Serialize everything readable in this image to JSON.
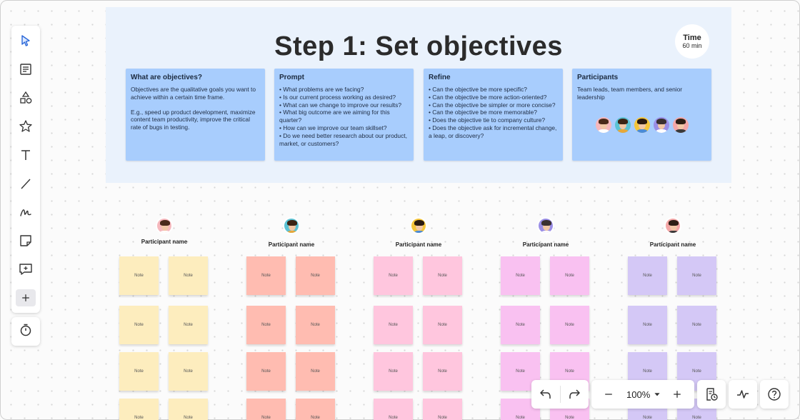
{
  "panel": {
    "title": "Step 1: Set objectives",
    "time": {
      "label": "Time",
      "value": "60 min"
    },
    "cards": [
      {
        "title": "What are objectives?",
        "paragraphs": [
          "Objectives are the qualitative goals you want to achieve within a certain time frame.",
          "E.g., speed up product development, maximize content team productivity, improve the critical rate of bugs in testing."
        ]
      },
      {
        "title": "Prompt",
        "bullets": [
          "• What problems are we facing?",
          "• Is our current process working as desired?",
          "• What can we change to improve our results?",
          "• What big outcome are we aiming for this quarter?",
          "• How can we improve our team skillset?",
          "• Do we need better research about our product, market, or customers?"
        ]
      },
      {
        "title": "Refine",
        "bullets": [
          "• Can the objective be more specific?",
          "• Can the objective be more action-oriented?",
          "• Can the objective be simpler or more concise?",
          "• Can the objective be more memorable?",
          "• Does the objective tie to company culture?",
          "• Does the objective ask for incremental change, a leap, or discovery?"
        ]
      },
      {
        "title": "Participants",
        "paragraphs": [
          "Team leads, team members, and senior leadership"
        ]
      }
    ]
  },
  "avatar_colors": [
    "#f6b8bd",
    "#5bc2d3",
    "#f5c53a",
    "#9a8ee6",
    "#f4a7a7"
  ],
  "participants": [
    {
      "name": "Participant name",
      "note_color": "#fdedbe",
      "notes": [
        "Note",
        "Note",
        "Note",
        "Note",
        "Note",
        "Note",
        "Note",
        "Note"
      ]
    },
    {
      "name": "Participant name",
      "note_color": "#ffbcb1",
      "notes": [
        "Note",
        "Note",
        "Note",
        "Note",
        "Note",
        "Note",
        "Note",
        "Note"
      ]
    },
    {
      "name": "Participant name",
      "note_color": "#ffc6de",
      "notes": [
        "Note",
        "Note",
        "Note",
        "Note",
        "Note",
        "Note",
        "Note",
        "Note"
      ]
    },
    {
      "name": "Participant name",
      "note_color": "#f9c1f1",
      "notes": [
        "Note",
        "Note",
        "Note",
        "Note",
        "Note",
        "Note",
        "Note",
        "Note"
      ]
    },
    {
      "name": "Participant name",
      "note_color": "#d4c8f6",
      "notes": [
        "Note",
        "Note",
        "Note",
        "Note",
        "Note",
        "Note",
        "Note",
        "Note"
      ]
    }
  ],
  "toolbar": {
    "tools": [
      "select-tool-icon",
      "template-icon",
      "shapes-icon",
      "star-icon",
      "text-icon",
      "line-icon",
      "pen-icon",
      "sticky-note-icon",
      "comment-icon",
      "plus-icon"
    ],
    "timer": "timer-icon"
  },
  "controls": {
    "zoom": "100%"
  }
}
